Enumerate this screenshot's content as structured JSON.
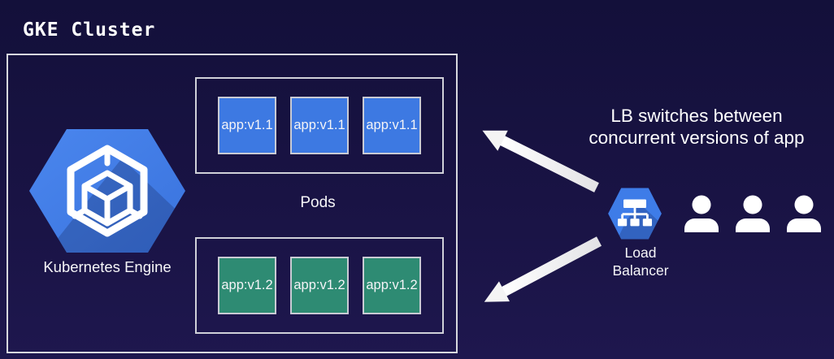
{
  "title": "GKE Cluster",
  "cluster": {
    "engine_label": "Kubernetes Engine",
    "pods_label": "Pods",
    "pod_groups": [
      {
        "version": "v1.1",
        "color": "#3d79e2",
        "items": [
          "app:v1.1",
          "app:v1.1",
          "app:v1.1"
        ]
      },
      {
        "version": "v1.2",
        "color": "#2e8b73",
        "items": [
          "app:v1.2",
          "app:v1.2",
          "app:v1.2"
        ]
      }
    ]
  },
  "load_balancer": {
    "label_line1": "Load",
    "label_line2": "Balancer"
  },
  "annotation": {
    "line1": "LB switches between",
    "line2": "concurrent versions of app"
  },
  "users": {
    "count": 3
  },
  "icons": {
    "kubernetes_engine": "gke-hexagon-cube-icon",
    "load_balancer": "lb-hexagon-network-icon",
    "user": "person-icon",
    "arrows": "double-arrow-lb-to-pods"
  },
  "colors": {
    "background_top": "#13103a",
    "background_bottom": "#1e174e",
    "hexagon_blue": "#3e7ce8",
    "pod_v11_blue": "#3d79e2",
    "pod_v12_green": "#2e8b73",
    "border_light": "#d7d8de",
    "arrow_white": "#f4f4f4",
    "text_white": "#ffffff"
  }
}
